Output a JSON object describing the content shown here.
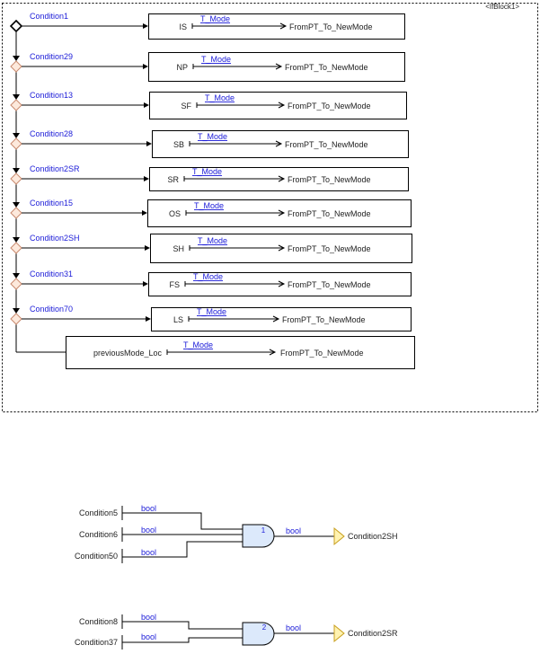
{
  "diagram": {
    "block_label": "<IfBlock1>",
    "selector": {
      "rows": [
        {
          "condition": "Condition1",
          "mode": "IS",
          "type": "T_Mode",
          "target": "FromPT_To_NewMode"
        },
        {
          "condition": "Condition29",
          "mode": "NP",
          "type": "T_Mode",
          "target": "FromPT_To_NewMode"
        },
        {
          "condition": "Condition13",
          "mode": "SF",
          "type": "T_Mode",
          "target": "FromPT_To_NewMode"
        },
        {
          "condition": "Condition28",
          "mode": "SB",
          "type": "T_Mode",
          "target": "FromPT_To_NewMode"
        },
        {
          "condition": "Condition2SR",
          "mode": "SR",
          "type": "T_Mode",
          "target": "FromPT_To_NewMode"
        },
        {
          "condition": "Condition15",
          "mode": "OS",
          "type": "T_Mode",
          "target": "FromPT_To_NewMode"
        },
        {
          "condition": "Condition2SH",
          "mode": "SH",
          "type": "T_Mode",
          "target": "FromPT_To_NewMode"
        },
        {
          "condition": "Condition31",
          "mode": "FS",
          "type": "T_Mode",
          "target": "FromPT_To_NewMode"
        },
        {
          "condition": "Condition70",
          "mode": "LS",
          "type": "T_Mode",
          "target": "FromPT_To_NewMode"
        }
      ],
      "else_row": {
        "mode": "previousMode_Loc",
        "type": "T_Mode",
        "target": "FromPT_To_NewMode"
      }
    },
    "gates": [
      {
        "number": "1",
        "inputs": [
          {
            "name": "Condition5",
            "type": "bool"
          },
          {
            "name": "Condition6",
            "type": "bool"
          },
          {
            "name": "Condition50",
            "type": "bool"
          }
        ],
        "output": {
          "name": "Condition2SH",
          "type": "bool"
        }
      },
      {
        "number": "2",
        "inputs": [
          {
            "name": "Condition8",
            "type": "bool"
          },
          {
            "name": "Condition37",
            "type": "bool"
          }
        ],
        "output": {
          "name": "Condition2SR",
          "type": "bool"
        }
      }
    ]
  },
  "colors": {
    "label_blue": "#1b1bd8",
    "gate_fill": "#dce9fb",
    "diamond_fill": "#fde9dc",
    "diamond_stroke": "#c98a6e",
    "output_arrow_fill": "#fff2b0",
    "output_arrow_stroke": "#c8a020"
  }
}
